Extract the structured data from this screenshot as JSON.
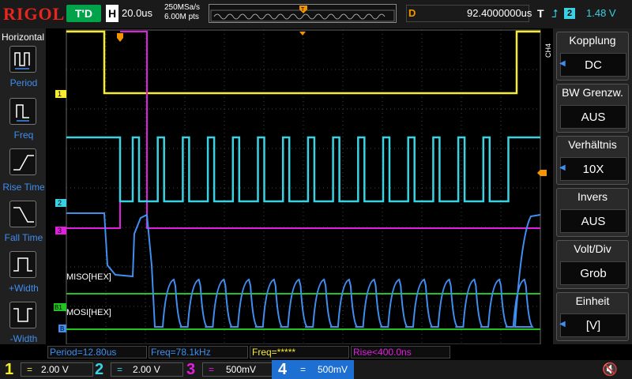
{
  "header": {
    "brand": "RIGOL",
    "run_status": "T'D",
    "h_label": "H",
    "timebase": "20.0us",
    "sample_rate": "250MSa/s",
    "memory_points": "6.00M pts",
    "delay_label": "D",
    "delay_value": "92.4000000us",
    "trigger_label": "T",
    "trigger_source": "2",
    "trigger_level": "1.48 V"
  },
  "left_menu": {
    "title": "Horizontal",
    "items": [
      {
        "label": "Period",
        "icon": "period-icon"
      },
      {
        "label": "Freq",
        "icon": "freq-icon"
      },
      {
        "label": "Rise Time",
        "icon": "rise-time-icon"
      },
      {
        "label": "Fall Time",
        "icon": "fall-time-icon"
      },
      {
        "label": "+Width",
        "icon": "pos-width-icon"
      },
      {
        "label": "-Width",
        "icon": "neg-width-icon"
      }
    ]
  },
  "right_menu": {
    "channel_tag": "CH4",
    "items": [
      {
        "title": "Kopplung",
        "value": "DC"
      },
      {
        "title": "BW Grenzw.",
        "value": "AUS"
      },
      {
        "title": "Verhältnis",
        "value": "10X"
      },
      {
        "title": "Invers",
        "value": "AUS"
      },
      {
        "title": "Volt/Div",
        "value": "Grob"
      },
      {
        "title": "Einheit",
        "value": "[V]"
      }
    ]
  },
  "decode": {
    "miso_label": "MISO[HEX]",
    "mosi_label": "MOSI[HEX]"
  },
  "measurements": {
    "period": "Period=12.80us",
    "freq": "Freq=78.1kHz",
    "freq2": "Freq=*****",
    "rise": "Rise<400.0ns"
  },
  "channels": [
    {
      "num": "1",
      "scale": "2.00 V",
      "color": "#f7ec30"
    },
    {
      "num": "2",
      "scale": "2.00 V",
      "color": "#3ad2e2"
    },
    {
      "num": "3",
      "scale": "500mV",
      "color": "#e21ee0"
    },
    {
      "num": "4",
      "scale": "500mV",
      "color": "#3f8ef0"
    }
  ],
  "marker_labels": {
    "ch1": "1",
    "ch2": "2",
    "ch3": "3",
    "bus": "B1",
    "ch4": "B"
  },
  "colors": {
    "ch1": "#f7ec30",
    "ch2": "#3ad2e2",
    "ch3": "#e21ee0",
    "ch4": "#3f8ef0",
    "bus": "#22c422",
    "trigger": "#f39400"
  }
}
